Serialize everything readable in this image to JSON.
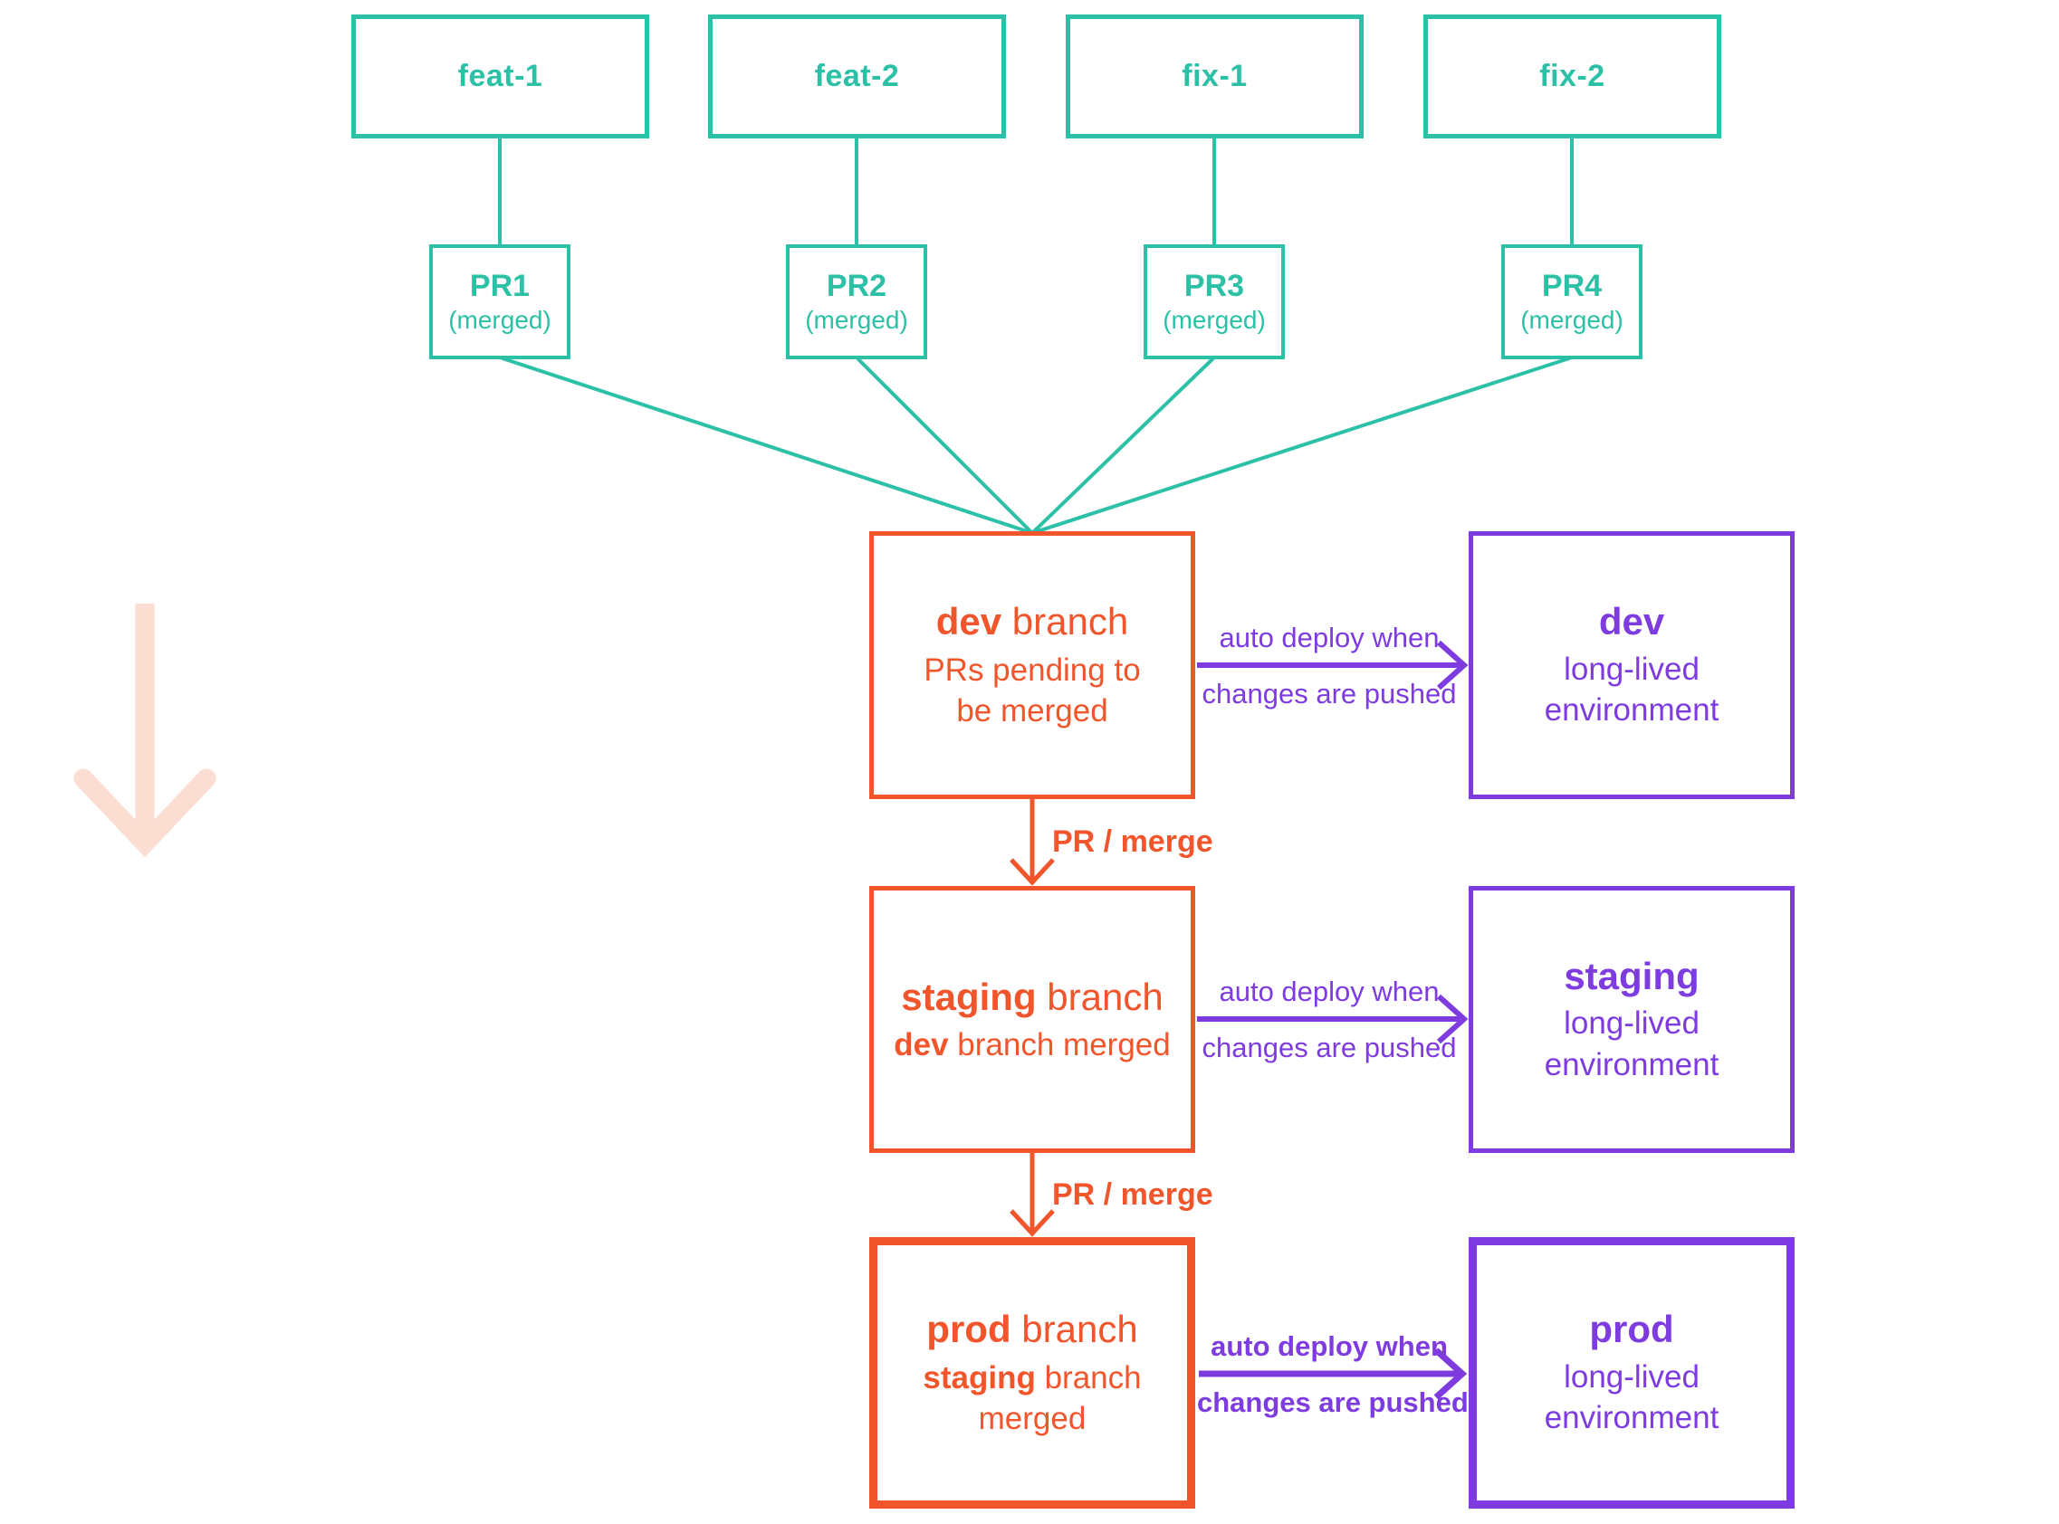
{
  "colors": {
    "teal": "#2cc1a7",
    "orange": "#f1552b",
    "purple": "#7d3be0",
    "pink_arrow": "#fcddd1",
    "background": "#ffffff"
  },
  "top_branches": [
    {
      "label": "feat-1"
    },
    {
      "label": "feat-2"
    },
    {
      "label": "fix-1"
    },
    {
      "label": "fix-2"
    }
  ],
  "pull_requests": [
    {
      "title": "PR1",
      "status": "(merged)"
    },
    {
      "title": "PR2",
      "status": "(merged)"
    },
    {
      "title": "PR3",
      "status": "(merged)"
    },
    {
      "title": "PR4",
      "status": "(merged)"
    }
  ],
  "branch_boxes": [
    {
      "id": "dev",
      "title_bold": "dev",
      "title_rest": " branch",
      "sub_bold": "",
      "sub_rest": "PRs pending to be merged"
    },
    {
      "id": "staging",
      "title_bold": "staging",
      "title_rest": " branch",
      "sub_bold": "dev",
      "sub_rest": " branch merged"
    },
    {
      "id": "prod",
      "title_bold": "prod",
      "title_rest": " branch",
      "sub_bold": "staging",
      "sub_rest": " branch merged"
    }
  ],
  "environments": [
    {
      "name": "dev",
      "desc": "long-lived environment"
    },
    {
      "name": "staging",
      "desc": "long-lived environment"
    },
    {
      "name": "prod",
      "desc": "long-lived environment"
    }
  ],
  "deploy_arrows": [
    {
      "line1": "auto deploy when",
      "line2": "changes are pushed"
    },
    {
      "line1": "auto deploy when",
      "line2": "changes are pushed"
    },
    {
      "line1": "auto deploy when",
      "line2": "changes are pushed"
    }
  ],
  "merge_arrows": [
    {
      "label": "PR / merge"
    },
    {
      "label": "PR / merge"
    }
  ]
}
